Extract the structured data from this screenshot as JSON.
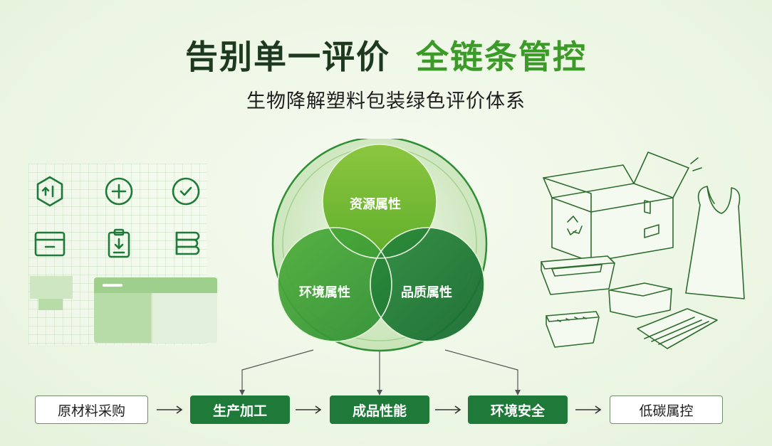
{
  "header": {
    "title_main": "告别单一评价",
    "title_accent": "全链条管控",
    "subtitle": "生物降解塑料包装绿色评价体系"
  },
  "left_icons": [
    {
      "name": "hex-recycle-icon"
    },
    {
      "name": "plus-circle-icon"
    },
    {
      "name": "check-circle-icon"
    },
    {
      "name": "card-icon"
    },
    {
      "name": "clipboard-download-icon"
    },
    {
      "name": "layers-icon"
    }
  ],
  "venn": {
    "top": "资源属性",
    "left": "环境属性",
    "right": "品质属性"
  },
  "flow": [
    {
      "label": "原材料采购",
      "style": "outline"
    },
    {
      "label": "生产加工",
      "style": "solid"
    },
    {
      "label": "成品性能",
      "style": "solid"
    },
    {
      "label": "环境安全",
      "style": "solid"
    },
    {
      "label": "低碳属控",
      "style": "outline"
    }
  ],
  "colors": {
    "accent": "#3c9a28",
    "dark_green": "#1f7a3a",
    "title_dark": "#1e3a1e",
    "venn_top": "#7cbd2d",
    "venn_left": "#3e9d36",
    "venn_right": "#1f7a3a"
  }
}
